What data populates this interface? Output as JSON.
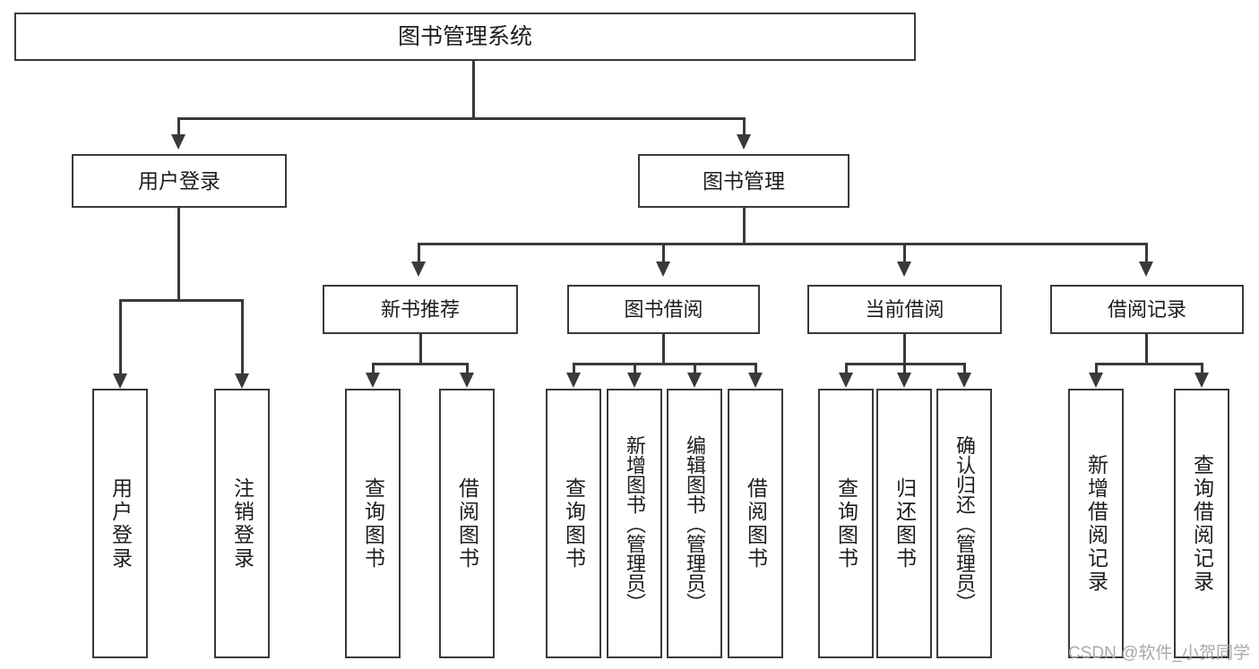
{
  "diagram": {
    "type": "tree-hierarchy",
    "title": "图书管理系统",
    "root": {
      "label": "图书管理系统"
    },
    "level1": [
      {
        "label": "用户登录"
      },
      {
        "label": "图书管理"
      }
    ],
    "level2": [
      {
        "label": "新书推荐"
      },
      {
        "label": "图书借阅"
      },
      {
        "label": "当前借阅"
      },
      {
        "label": "借阅记录"
      }
    ],
    "leaves": {
      "user_login": [
        {
          "label": "用户登录"
        },
        {
          "label": "注销登录"
        }
      ],
      "new_book_recommend": [
        {
          "label": "查询图书"
        },
        {
          "label": "借阅图书"
        }
      ],
      "book_borrow": [
        {
          "label": "查询图书"
        },
        {
          "label": "新增图书（管理员）"
        },
        {
          "label": "编辑图书（管理员）"
        },
        {
          "label": "借阅图书"
        }
      ],
      "current_borrow": [
        {
          "label": "查询图书"
        },
        {
          "label": "归还图书"
        },
        {
          "label": "确认归还（管理员）"
        }
      ],
      "borrow_record": [
        {
          "label": "新增借阅记录"
        },
        {
          "label": "查询借阅记录"
        }
      ]
    }
  },
  "watermark": {
    "text": "CSDN @软件_小贺同学"
  },
  "colors": {
    "stroke": "#3a3a3a",
    "text": "#1d1d1d",
    "background": "#ffffff",
    "watermark": "#a9a9a9"
  }
}
